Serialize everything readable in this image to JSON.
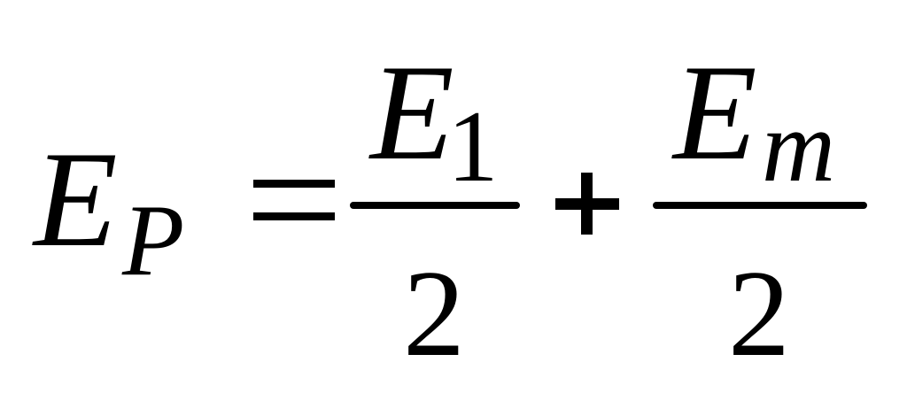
{
  "equation": {
    "lhs": {
      "symbol": "E",
      "subscript": "P"
    },
    "equals": "=",
    "term1": {
      "numerator_symbol": "E",
      "numerator_subscript": "1",
      "denominator": "2"
    },
    "plus": "+",
    "term2": {
      "numerator_symbol": "E",
      "numerator_subscript": "m",
      "denominator": "2"
    }
  }
}
